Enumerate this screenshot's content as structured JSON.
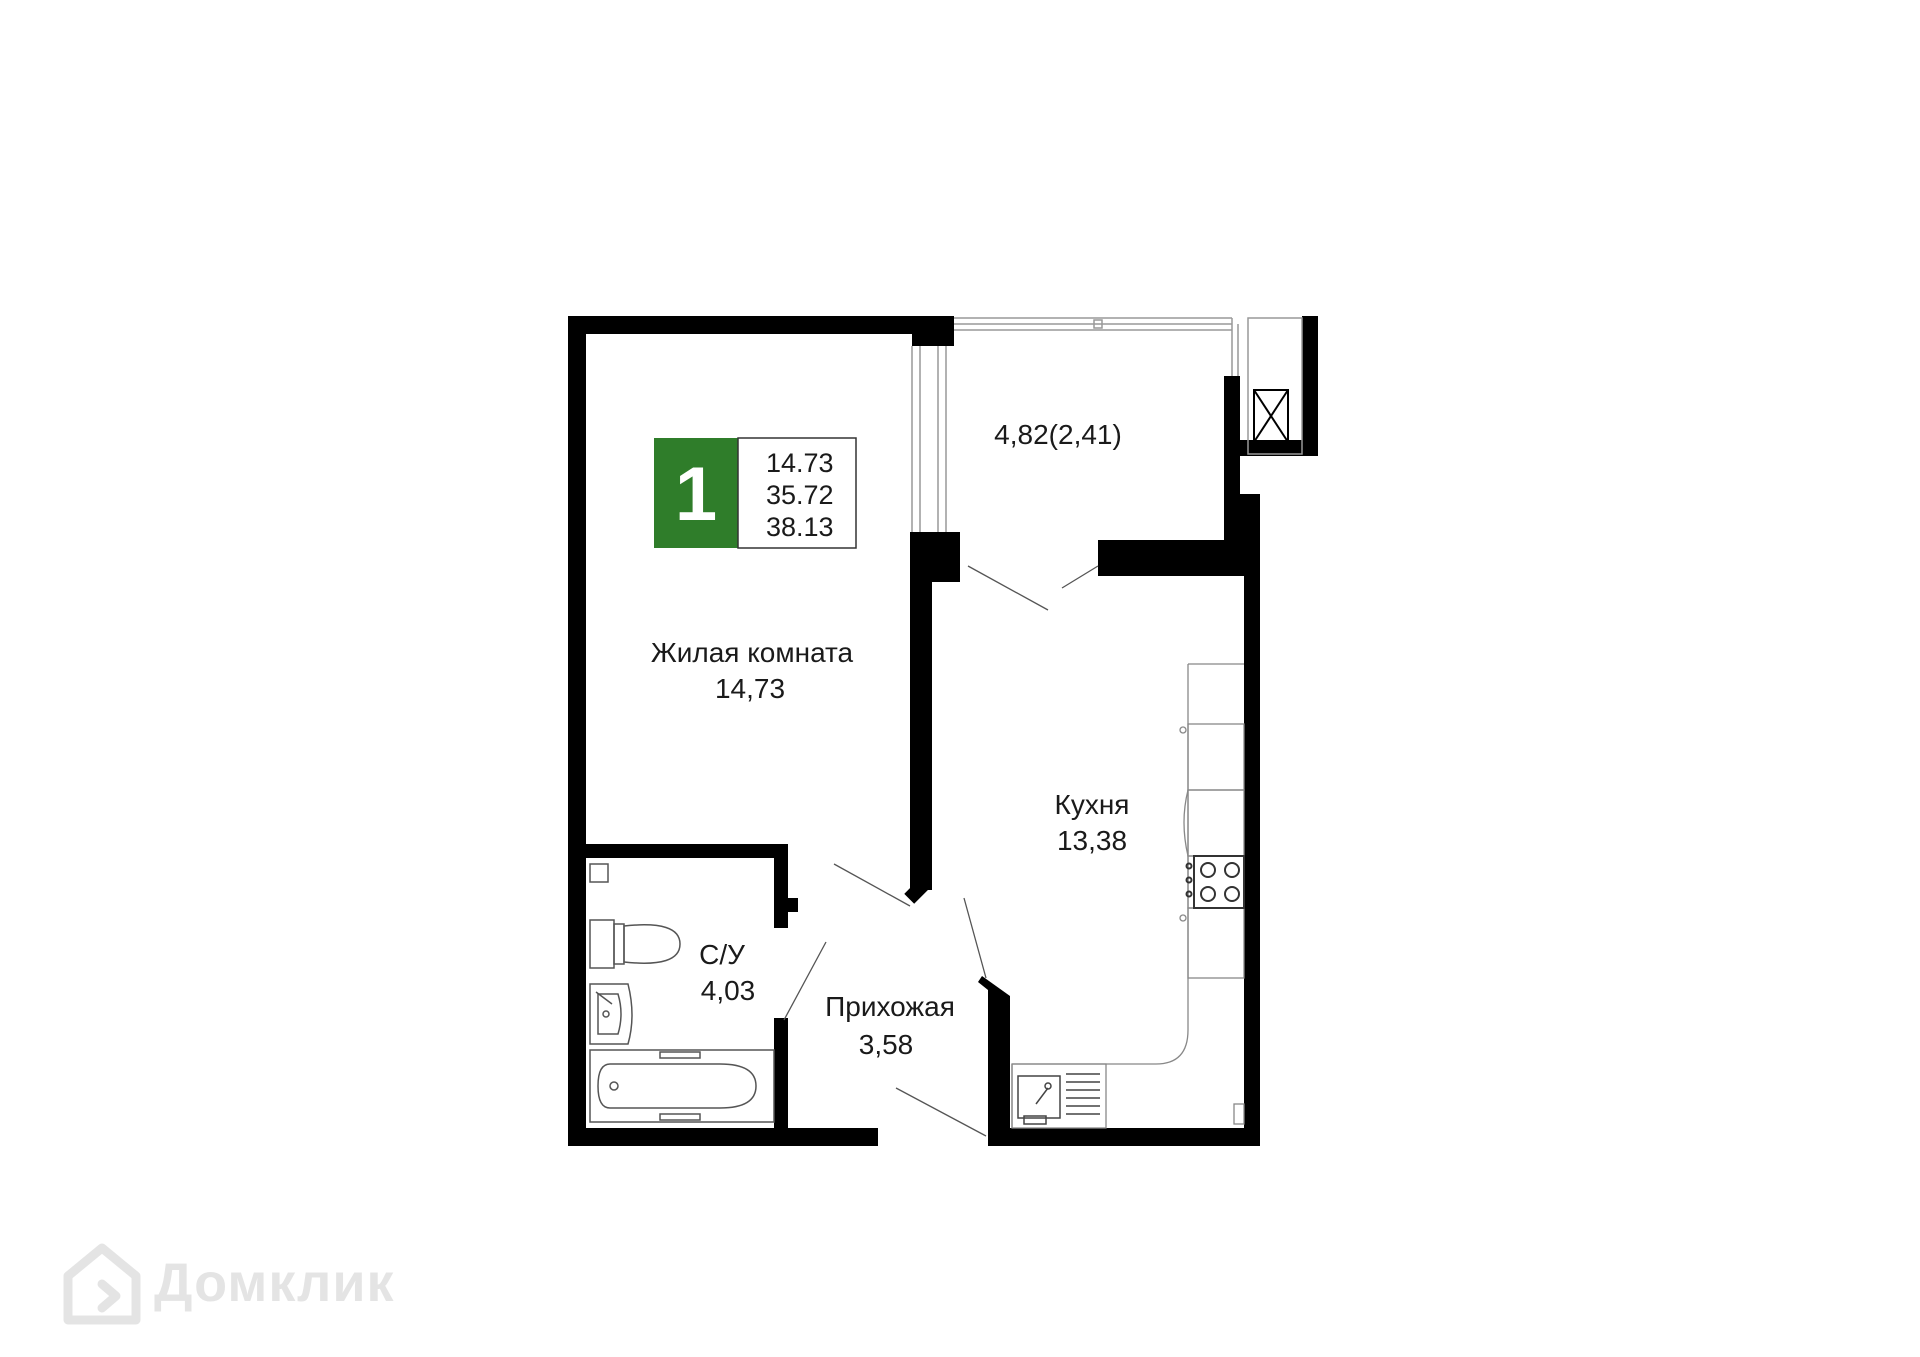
{
  "badge": {
    "rooms": "1",
    "values": [
      "14.73",
      "35.72",
      "38.13"
    ],
    "color": "#2f7d2a"
  },
  "rooms": {
    "living": {
      "name": "Жилая комната",
      "area": "14,73"
    },
    "kitchen": {
      "name": "Кухня",
      "area": "13,38"
    },
    "bathroom": {
      "name": "С/У",
      "area": "4,03"
    },
    "hallway": {
      "name": "Прихожая",
      "area": "3,58"
    },
    "balcony": {
      "area": "4,82(2,41)"
    }
  },
  "watermark": {
    "text": "Домклик",
    "icon": "house-icon"
  }
}
